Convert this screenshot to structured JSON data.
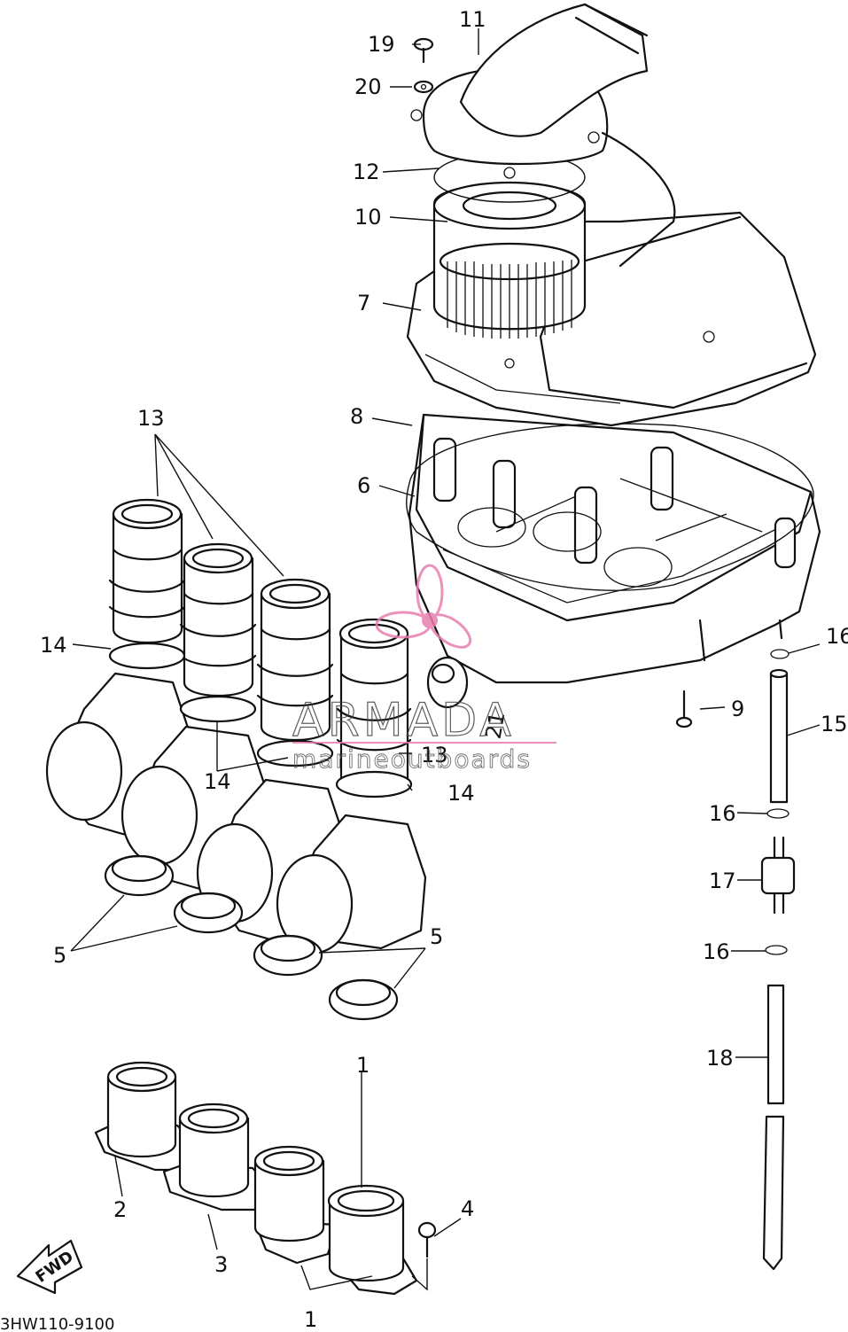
{
  "diagram": {
    "part_labels": [
      "1",
      "2",
      "3",
      "4",
      "5",
      "5",
      "6",
      "7",
      "8",
      "9",
      "10",
      "11",
      "12",
      "13",
      "13",
      "14",
      "14",
      "14",
      "15",
      "16",
      "16",
      "16",
      "17",
      "18",
      "19",
      "20",
      "21"
    ],
    "drawing_code": "3HW110-9100",
    "direction_arrow": "FWD"
  },
  "watermark": {
    "brand": "ARMADA",
    "subtitle": "marineoutboards",
    "logo_icon": "propeller-icon",
    "accent_color": "#e87fb0"
  }
}
